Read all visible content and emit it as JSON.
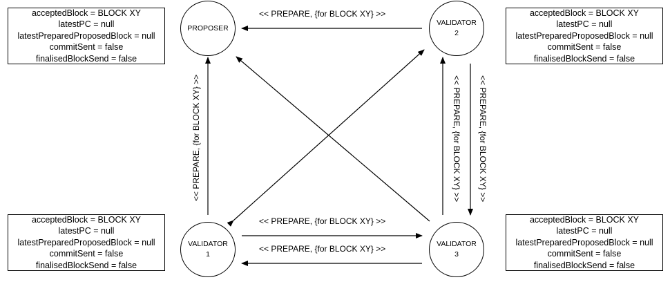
{
  "nodes": {
    "proposer": {
      "label": "PROPOSER"
    },
    "validator2": {
      "line1": "VALIDATOR",
      "line2": "2"
    },
    "validator1": {
      "line1": "VALIDATOR",
      "line2": "1"
    },
    "validator3": {
      "line1": "VALIDATOR",
      "line2": "3"
    }
  },
  "state_boxes": {
    "top_left": [
      "acceptedBlock = BLOCK XY",
      "latestPC = null",
      "latestPreparedProposedBlock = null",
      "commitSent = false",
      "finalisedBlockSend = false"
    ],
    "top_right": [
      "acceptedBlock = BLOCK XY",
      "latestPC = null",
      "latestPreparedProposedBlock = null",
      "commitSent = false",
      "finalisedBlockSend = false"
    ],
    "bottom_left": [
      "acceptedBlock = BLOCK XY",
      "latestPC = null",
      "latestPreparedProposedBlock = null",
      "commitSent = false",
      "finalisedBlockSend = false"
    ],
    "bottom_right": [
      "acceptedBlock = BLOCK XY",
      "latestPC = null",
      "latestPreparedProposedBlock = null",
      "commitSent = false",
      "finalisedBlockSend = false"
    ]
  },
  "messages": {
    "v2_to_proposer": "<< PREPARE, {for BLOCK XY} >>",
    "v1_to_proposer": "<< PREPARE, {for BLOCK XY} >>",
    "v3_to_v2": "<< PREPARE, {for BLOCK XY} >>",
    "v2_to_v3": "<< PREPARE, {for BLOCK XY} >>",
    "v1_to_v3": "<< PREPARE, {for BLOCK XY} >>",
    "v3_to_v1": "<< PREPARE, {for BLOCK XY} >>"
  }
}
